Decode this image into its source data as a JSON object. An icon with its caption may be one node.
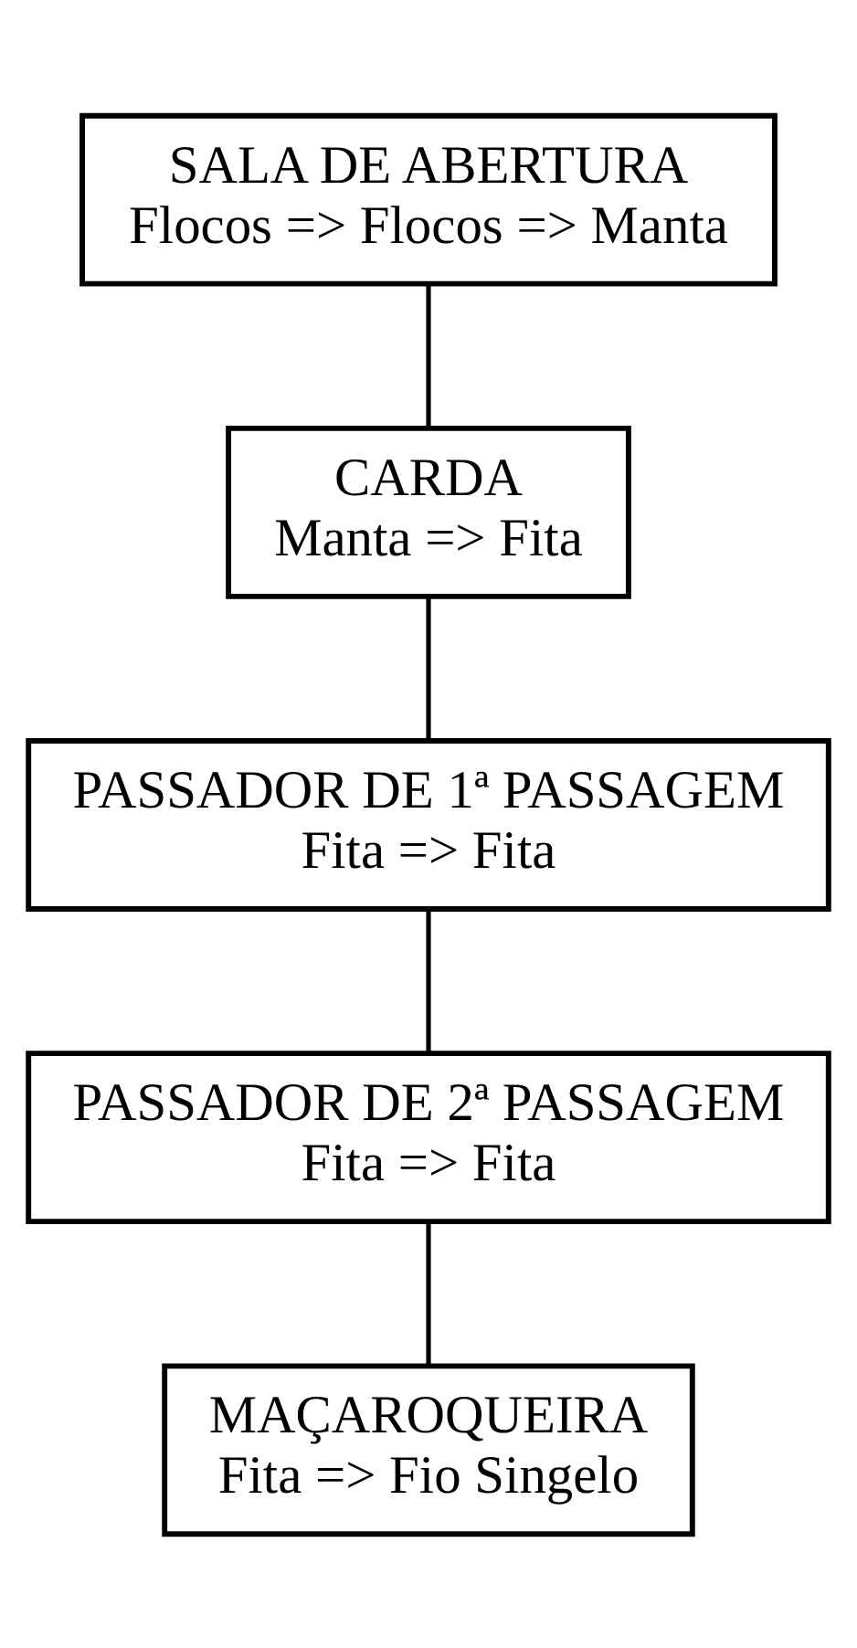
{
  "diagram": {
    "nodes": [
      {
        "text": [
          "SALA DE ABERTURA",
          "Flocos => Flocos => Manta"
        ]
      },
      {
        "text": [
          "CARDA",
          "Manta => Fita"
        ]
      },
      {
        "text": [
          "PASSADOR DE 1ª PASSAGEM",
          "Fita => Fita"
        ]
      },
      {
        "text": [
          "PASSADOR DE 2ª PASSAGEM",
          "Fita => Fita"
        ]
      },
      {
        "text": [
          "MAÇAROQUEIRA",
          "Fita => Fio Singelo"
        ]
      }
    ],
    "edges": [
      {
        "from": 0,
        "to": 1,
        "arrow": "none"
      },
      {
        "from": 1,
        "to": 2,
        "arrow": "none"
      },
      {
        "from": 2,
        "to": 3,
        "arrow": "none"
      },
      {
        "from": 3,
        "to": 4,
        "arrow": "none"
      }
    ]
  }
}
